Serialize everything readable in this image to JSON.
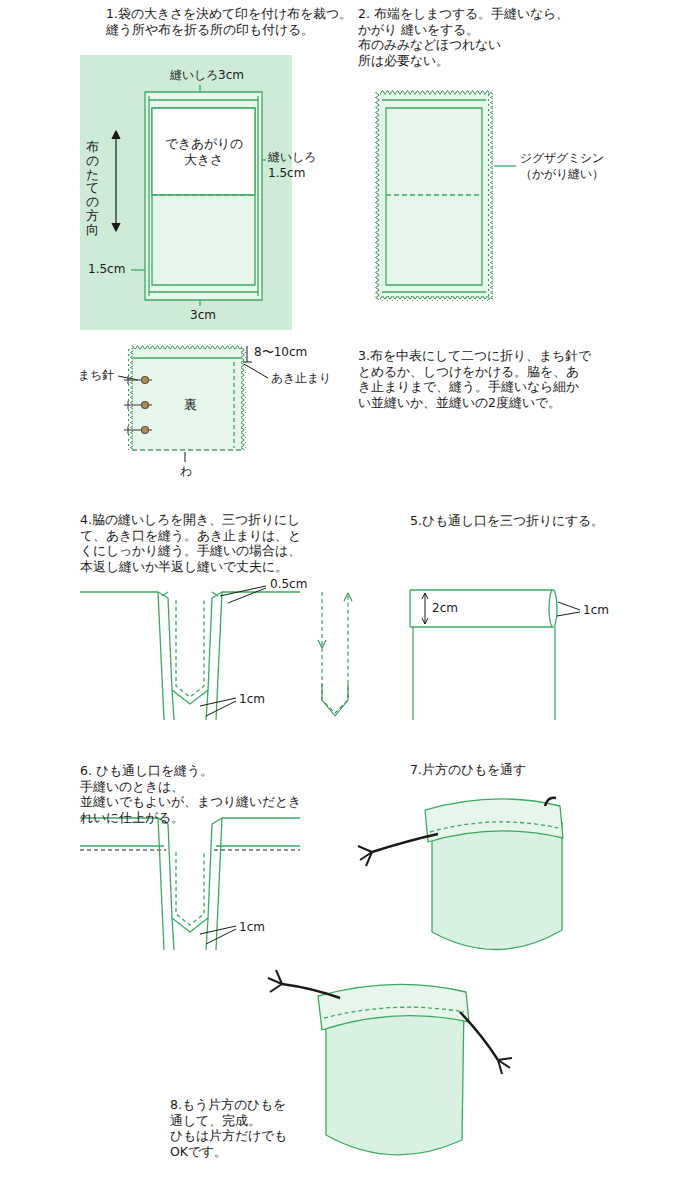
{
  "diagram": {
    "nodes": [
      {
        "text": [
          "できあがりの 大きさ"
        ]
      },
      {
        "text": [
          "裏"
        ]
      }
    ],
    "labels": [
      "1.袋の大きさを決めて印を付け布を裁つ。 縫う所や布を折る所の印も付ける。",
      "縫いしろ3cm",
      "布のたての方向",
      "縫いしろ 1.5cm",
      "1.5cm",
      "3cm",
      "2. 布端をしまつする。手縫いなら、かがり 縫いをする。布のみみなどほつれない 所は必要ない。",
      "ジグザグミシン （かがり縫い）",
      "まち針",
      "8〜10cm",
      "あき止まり",
      "わ",
      "3.布を中表にして二つに折り、まち針で とめるか、しつけをかける。脇を、あ き止まりまで、縫う。手縫いなら細か い並縫いか、並縫いの2度縫いで。",
      "4.脇の縫いしろを開き、三つ折りにし て、あき口を縫う。あき止まりは、と くにしっかり縫う。手縫いの場合は、 本返し縫いか半返し縫いで丈夫に。",
      "0.5cm",
      "1cm",
      "5.ひも通し口を三つ折りにする。",
      "2cm",
      "1cm",
      "6. ひも通し口を縫う。手縫いのときは、 並縫いでもよいが、まつり縫いだとき れいに仕上がる。",
      "1cm",
      "7.片方のひもを通す",
      "8.もう片方のひもを 通して、完成。 ひもは片方だけでも OKです。"
    ]
  }
}
